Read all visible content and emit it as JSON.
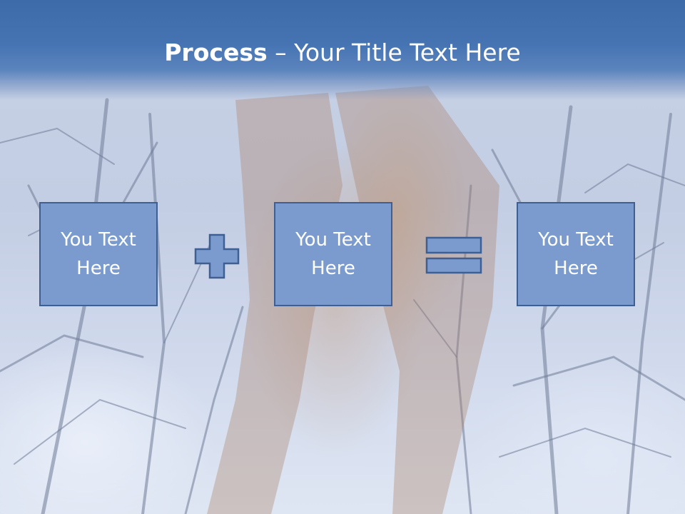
{
  "slide": {
    "title_bold": "Process",
    "title_rest": " – Your Title Text Here",
    "boxes": [
      "You Text Here",
      "You Text Here",
      "You Text Here"
    ],
    "operators": [
      "plus-icon",
      "equals-icon"
    ]
  },
  "colors": {
    "header": "#4674b3",
    "box_fill": "#7b9bcf",
    "box_border": "#3f5f92",
    "text": "#ffffff"
  }
}
